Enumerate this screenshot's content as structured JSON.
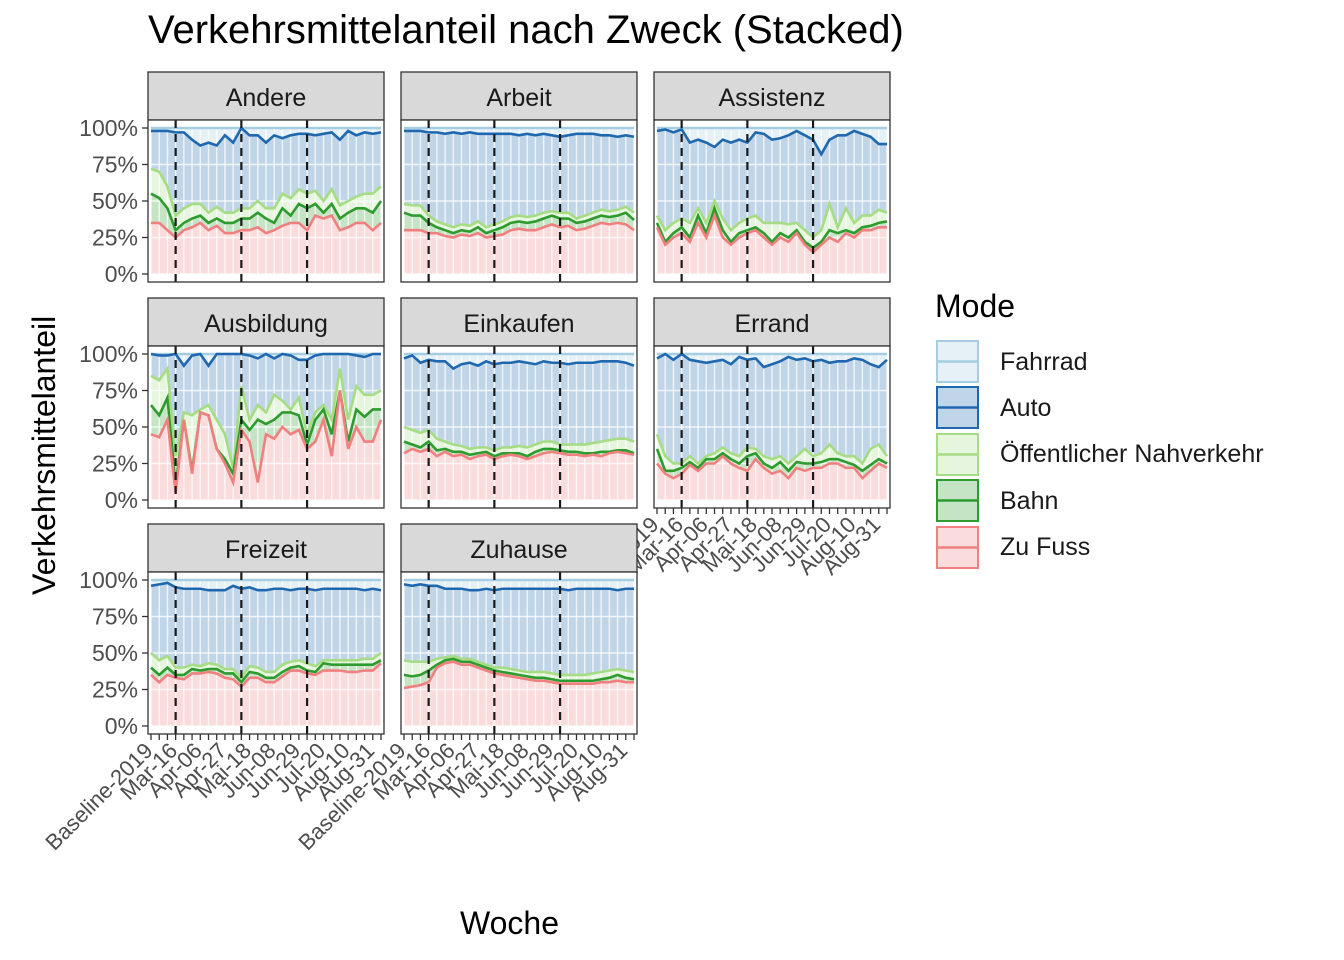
{
  "title": "Verkehrsmittelanteil nach Zweck (Stacked)",
  "colors": {
    "Fahrrad": "#a6cee3",
    "Auto": "#1f68b0",
    "Öffentlicher Nahverkehr": "#a6dc84",
    "Bahn": "#2d9b2d",
    "Zu Fuss": "#f08080",
    "strip_bg": "#d9d9d9",
    "vline": "#1a1a1a"
  },
  "chart_data": {
    "type": "area",
    "stacked": true,
    "xlabel": "Woche",
    "ylabel": "Verkehrsmittelanteil",
    "ylim": [
      0,
      1
    ],
    "y_ticks": [
      "0%",
      "25%",
      "50%",
      "75%",
      "100%"
    ],
    "x_tick_labels": [
      "Baseline-2019",
      "Mar-16",
      "Apr-06",
      "Apr-27",
      "Mai-18",
      "Jun-08",
      "Jun-29",
      "Jul-20",
      "Aug-10",
      "Aug-31"
    ],
    "x_tick_indices": [
      0,
      3,
      6,
      9,
      12,
      15,
      18,
      21,
      24,
      27
    ],
    "n_weeks": 29,
    "vlines_at": [
      3,
      11,
      19
    ],
    "legend": {
      "title": "Mode",
      "position": "right",
      "entries": [
        "Fahrrad",
        "Auto",
        "Öffentlicher Nahverkehr",
        "Bahn",
        "Zu Fuss"
      ]
    },
    "stack_order_bottom_to_top": [
      "Zu Fuss",
      "Bahn",
      "Öffentlicher Nahverkehr",
      "Auto",
      "Fahrrad"
    ],
    "panels": [
      {
        "name": "Andere",
        "walk": [
          0.35,
          0.35,
          0.3,
          0.25,
          0.3,
          0.32,
          0.35,
          0.3,
          0.33,
          0.28,
          0.28,
          0.3,
          0.3,
          0.32,
          0.28,
          0.3,
          0.33,
          0.35,
          0.35,
          0.3,
          0.4,
          0.38,
          0.4,
          0.3,
          0.32,
          0.35,
          0.35,
          0.3,
          0.35
        ],
        "train": [
          0.55,
          0.52,
          0.45,
          0.3,
          0.35,
          0.38,
          0.4,
          0.35,
          0.38,
          0.35,
          0.35,
          0.38,
          0.38,
          0.42,
          0.38,
          0.35,
          0.45,
          0.4,
          0.48,
          0.45,
          0.48,
          0.42,
          0.48,
          0.38,
          0.42,
          0.45,
          0.45,
          0.42,
          0.5
        ],
        "pt": [
          0.72,
          0.7,
          0.6,
          0.4,
          0.45,
          0.48,
          0.48,
          0.42,
          0.46,
          0.42,
          0.42,
          0.45,
          0.45,
          0.5,
          0.45,
          0.45,
          0.55,
          0.52,
          0.58,
          0.55,
          0.57,
          0.5,
          0.58,
          0.47,
          0.5,
          0.53,
          0.55,
          0.55,
          0.6
        ],
        "car": [
          0.98,
          0.98,
          0.98,
          0.97,
          0.97,
          0.92,
          0.88,
          0.9,
          0.88,
          0.95,
          0.9,
          1.0,
          0.95,
          0.95,
          0.9,
          0.95,
          0.93,
          0.95,
          0.96,
          0.96,
          0.95,
          0.96,
          0.97,
          0.92,
          0.98,
          0.95,
          0.97,
          0.96,
          0.97
        ]
      },
      {
        "name": "Arbeit",
        "walk": [
          0.3,
          0.3,
          0.3,
          0.28,
          0.28,
          0.26,
          0.25,
          0.27,
          0.26,
          0.28,
          0.25,
          0.26,
          0.27,
          0.3,
          0.31,
          0.3,
          0.3,
          0.32,
          0.34,
          0.32,
          0.33,
          0.3,
          0.31,
          0.33,
          0.35,
          0.34,
          0.35,
          0.34,
          0.3
        ],
        "train": [
          0.42,
          0.4,
          0.4,
          0.35,
          0.32,
          0.3,
          0.28,
          0.3,
          0.29,
          0.32,
          0.28,
          0.3,
          0.32,
          0.35,
          0.36,
          0.35,
          0.36,
          0.38,
          0.4,
          0.38,
          0.38,
          0.35,
          0.36,
          0.38,
          0.4,
          0.39,
          0.4,
          0.42,
          0.37
        ],
        "pt": [
          0.48,
          0.47,
          0.47,
          0.4,
          0.36,
          0.34,
          0.32,
          0.34,
          0.33,
          0.36,
          0.32,
          0.34,
          0.36,
          0.39,
          0.4,
          0.39,
          0.4,
          0.42,
          0.43,
          0.42,
          0.42,
          0.38,
          0.4,
          0.42,
          0.44,
          0.43,
          0.44,
          0.46,
          0.42
        ],
        "car": [
          0.98,
          0.98,
          0.98,
          0.97,
          0.97,
          0.96,
          0.97,
          0.96,
          0.97,
          0.96,
          0.96,
          0.96,
          0.96,
          0.96,
          0.95,
          0.96,
          0.95,
          0.96,
          0.95,
          0.94,
          0.95,
          0.96,
          0.96,
          0.96,
          0.95,
          0.95,
          0.94,
          0.95,
          0.94
        ]
      },
      {
        "name": "Assistenz",
        "walk": [
          0.32,
          0.2,
          0.25,
          0.28,
          0.22,
          0.35,
          0.25,
          0.4,
          0.25,
          0.2,
          0.25,
          0.28,
          0.3,
          0.25,
          0.2,
          0.25,
          0.22,
          0.28,
          0.2,
          0.15,
          0.2,
          0.25,
          0.22,
          0.28,
          0.25,
          0.3,
          0.3,
          0.32,
          0.32
        ],
        "train": [
          0.35,
          0.22,
          0.28,
          0.32,
          0.25,
          0.4,
          0.28,
          0.45,
          0.3,
          0.22,
          0.28,
          0.3,
          0.32,
          0.28,
          0.22,
          0.28,
          0.25,
          0.3,
          0.22,
          0.18,
          0.22,
          0.3,
          0.28,
          0.3,
          0.28,
          0.32,
          0.33,
          0.35,
          0.36
        ],
        "pt": [
          0.4,
          0.3,
          0.35,
          0.38,
          0.35,
          0.45,
          0.35,
          0.5,
          0.38,
          0.3,
          0.35,
          0.38,
          0.4,
          0.35,
          0.35,
          0.35,
          0.34,
          0.35,
          0.3,
          0.25,
          0.3,
          0.48,
          0.32,
          0.45,
          0.35,
          0.4,
          0.4,
          0.44,
          0.42
        ],
        "car": [
          0.98,
          0.99,
          0.97,
          0.99,
          0.9,
          0.92,
          0.9,
          0.87,
          0.92,
          0.9,
          0.92,
          0.9,
          0.97,
          0.96,
          0.92,
          0.93,
          0.95,
          0.98,
          0.95,
          0.92,
          0.82,
          0.92,
          0.95,
          0.95,
          0.98,
          0.96,
          0.94,
          0.89,
          0.89
        ]
      },
      {
        "name": "Ausbildung",
        "walk": [
          0.45,
          0.43,
          0.55,
          0.05,
          0.55,
          0.18,
          0.6,
          0.58,
          0.35,
          0.25,
          0.12,
          0.48,
          0.4,
          0.12,
          0.45,
          0.42,
          0.5,
          0.45,
          0.48,
          0.35,
          0.4,
          0.55,
          0.3,
          0.75,
          0.35,
          0.5,
          0.4,
          0.4,
          0.55
        ],
        "train": [
          0.65,
          0.58,
          0.7,
          0.1,
          0.55,
          0.2,
          0.6,
          0.58,
          0.35,
          0.28,
          0.18,
          0.55,
          0.48,
          0.55,
          0.52,
          0.55,
          0.6,
          0.6,
          0.58,
          0.38,
          0.55,
          0.62,
          0.45,
          0.75,
          0.4,
          0.62,
          0.57,
          0.62,
          0.62
        ],
        "pt": [
          0.85,
          0.82,
          0.9,
          0.3,
          0.6,
          0.58,
          0.62,
          0.65,
          0.55,
          0.45,
          0.22,
          0.78,
          0.55,
          0.65,
          0.6,
          0.72,
          0.68,
          0.62,
          0.7,
          0.45,
          0.6,
          0.65,
          0.55,
          0.9,
          0.55,
          0.78,
          0.72,
          0.72,
          0.75
        ],
        "car": [
          1.0,
          0.99,
          0.99,
          1.0,
          0.92,
          0.99,
          1.0,
          0.92,
          1.0,
          1.0,
          1.0,
          1.0,
          0.99,
          0.97,
          1.0,
          0.97,
          1.0,
          0.99,
          0.96,
          0.96,
          0.99,
          1.0,
          1.0,
          1.0,
          1.0,
          0.99,
          0.98,
          1.0,
          1.0
        ]
      },
      {
        "name": "Einkaufen",
        "walk": [
          0.32,
          0.35,
          0.33,
          0.35,
          0.3,
          0.33,
          0.3,
          0.31,
          0.28,
          0.3,
          0.31,
          0.28,
          0.3,
          0.31,
          0.3,
          0.28,
          0.3,
          0.32,
          0.33,
          0.32,
          0.31,
          0.31,
          0.3,
          0.31,
          0.3,
          0.32,
          0.33,
          0.32,
          0.31
        ],
        "train": [
          0.4,
          0.38,
          0.36,
          0.4,
          0.34,
          0.35,
          0.33,
          0.33,
          0.31,
          0.32,
          0.33,
          0.3,
          0.32,
          0.32,
          0.32,
          0.3,
          0.33,
          0.35,
          0.35,
          0.34,
          0.33,
          0.33,
          0.32,
          0.32,
          0.33,
          0.33,
          0.34,
          0.34,
          0.32
        ],
        "pt": [
          0.5,
          0.48,
          0.46,
          0.48,
          0.42,
          0.4,
          0.38,
          0.37,
          0.35,
          0.36,
          0.36,
          0.34,
          0.36,
          0.36,
          0.37,
          0.36,
          0.38,
          0.4,
          0.4,
          0.38,
          0.38,
          0.38,
          0.38,
          0.39,
          0.4,
          0.41,
          0.42,
          0.42,
          0.4
        ],
        "car": [
          0.97,
          0.99,
          0.94,
          0.96,
          0.95,
          0.95,
          0.9,
          0.93,
          0.94,
          0.92,
          0.95,
          0.93,
          0.94,
          0.94,
          0.95,
          0.94,
          0.93,
          0.95,
          0.94,
          0.94,
          0.93,
          0.94,
          0.94,
          0.94,
          0.95,
          0.95,
          0.95,
          0.94,
          0.92
        ]
      },
      {
        "name": "Errand",
        "walk": [
          0.25,
          0.18,
          0.15,
          0.18,
          0.24,
          0.2,
          0.25,
          0.25,
          0.3,
          0.25,
          0.22,
          0.2,
          0.28,
          0.22,
          0.18,
          0.2,
          0.15,
          0.22,
          0.2,
          0.22,
          0.22,
          0.25,
          0.25,
          0.22,
          0.22,
          0.15,
          0.2,
          0.25,
          0.22
        ],
        "train": [
          0.35,
          0.2,
          0.2,
          0.22,
          0.26,
          0.22,
          0.28,
          0.28,
          0.32,
          0.28,
          0.25,
          0.3,
          0.32,
          0.25,
          0.22,
          0.26,
          0.2,
          0.26,
          0.25,
          0.25,
          0.26,
          0.28,
          0.28,
          0.26,
          0.24,
          0.2,
          0.24,
          0.28,
          0.25
        ],
        "pt": [
          0.45,
          0.3,
          0.25,
          0.25,
          0.3,
          0.25,
          0.3,
          0.32,
          0.36,
          0.32,
          0.3,
          0.36,
          0.35,
          0.3,
          0.28,
          0.3,
          0.25,
          0.3,
          0.35,
          0.3,
          0.32,
          0.38,
          0.32,
          0.3,
          0.3,
          0.25,
          0.35,
          0.38,
          0.3
        ],
        "car": [
          0.97,
          1.0,
          0.96,
          1.0,
          0.96,
          0.95,
          0.94,
          0.95,
          0.96,
          0.93,
          0.98,
          0.96,
          0.97,
          0.91,
          0.93,
          0.95,
          0.98,
          0.96,
          0.97,
          0.95,
          0.96,
          0.94,
          0.95,
          0.95,
          0.97,
          0.96,
          0.93,
          0.91,
          0.96
        ]
      },
      {
        "name": "Freizeit",
        "walk": [
          0.35,
          0.3,
          0.35,
          0.33,
          0.32,
          0.36,
          0.36,
          0.37,
          0.36,
          0.33,
          0.32,
          0.27,
          0.33,
          0.33,
          0.3,
          0.3,
          0.34,
          0.38,
          0.38,
          0.36,
          0.35,
          0.38,
          0.38,
          0.38,
          0.37,
          0.37,
          0.38,
          0.38,
          0.43
        ],
        "train": [
          0.4,
          0.35,
          0.4,
          0.35,
          0.35,
          0.39,
          0.38,
          0.39,
          0.39,
          0.36,
          0.36,
          0.3,
          0.37,
          0.36,
          0.33,
          0.33,
          0.37,
          0.4,
          0.41,
          0.38,
          0.37,
          0.43,
          0.42,
          0.42,
          0.42,
          0.42,
          0.42,
          0.42,
          0.45
        ],
        "pt": [
          0.5,
          0.45,
          0.48,
          0.4,
          0.4,
          0.42,
          0.41,
          0.43,
          0.42,
          0.39,
          0.39,
          0.33,
          0.41,
          0.4,
          0.37,
          0.37,
          0.42,
          0.44,
          0.45,
          0.43,
          0.41,
          0.45,
          0.45,
          0.45,
          0.45,
          0.45,
          0.46,
          0.46,
          0.5
        ],
        "car": [
          0.96,
          0.97,
          0.98,
          0.95,
          0.94,
          0.94,
          0.94,
          0.93,
          0.93,
          0.93,
          0.96,
          0.94,
          0.95,
          0.93,
          0.93,
          0.94,
          0.94,
          0.93,
          0.94,
          0.94,
          0.93,
          0.94,
          0.94,
          0.94,
          0.94,
          0.94,
          0.93,
          0.94,
          0.93
        ]
      },
      {
        "name": "Zuhause",
        "walk": [
          0.26,
          0.27,
          0.28,
          0.3,
          0.4,
          0.43,
          0.44,
          0.42,
          0.42,
          0.4,
          0.38,
          0.36,
          0.35,
          0.34,
          0.33,
          0.32,
          0.31,
          0.31,
          0.3,
          0.29,
          0.29,
          0.29,
          0.29,
          0.29,
          0.3,
          0.3,
          0.31,
          0.3,
          0.3
        ],
        "train": [
          0.35,
          0.34,
          0.35,
          0.38,
          0.42,
          0.45,
          0.46,
          0.44,
          0.44,
          0.42,
          0.4,
          0.38,
          0.37,
          0.36,
          0.35,
          0.34,
          0.33,
          0.33,
          0.32,
          0.31,
          0.31,
          0.31,
          0.31,
          0.31,
          0.32,
          0.33,
          0.35,
          0.33,
          0.32
        ],
        "pt": [
          0.45,
          0.44,
          0.44,
          0.44,
          0.46,
          0.47,
          0.48,
          0.46,
          0.46,
          0.44,
          0.42,
          0.4,
          0.4,
          0.39,
          0.38,
          0.37,
          0.37,
          0.37,
          0.36,
          0.35,
          0.35,
          0.35,
          0.35,
          0.36,
          0.37,
          0.38,
          0.39,
          0.38,
          0.37
        ],
        "car": [
          0.97,
          0.96,
          0.97,
          0.96,
          0.96,
          0.94,
          0.94,
          0.94,
          0.93,
          0.93,
          0.94,
          0.93,
          0.94,
          0.94,
          0.94,
          0.94,
          0.94,
          0.94,
          0.94,
          0.94,
          0.93,
          0.94,
          0.94,
          0.94,
          0.94,
          0.94,
          0.93,
          0.94,
          0.94
        ]
      }
    ]
  }
}
